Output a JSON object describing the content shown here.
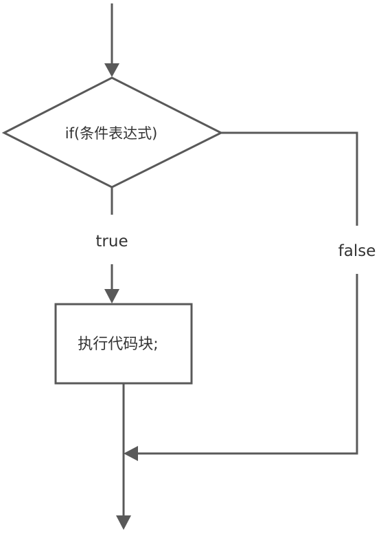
{
  "diagram": {
    "decision_label": "if(条件表达式)",
    "process_label": "执行代码块;",
    "true_label": "true",
    "false_label": "false"
  },
  "colors": {
    "stroke": "#595959",
    "text": "#333333",
    "background": "#ffffff"
  }
}
